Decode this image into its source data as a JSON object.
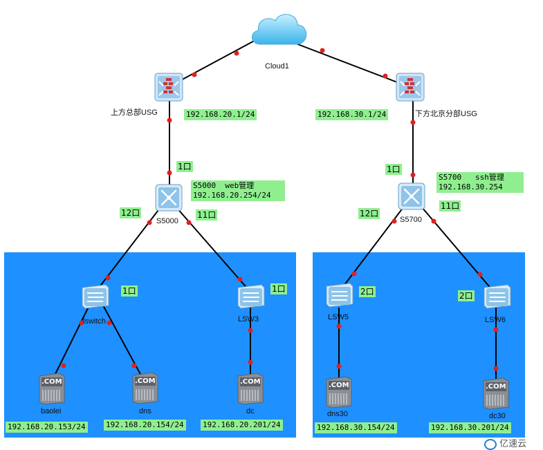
{
  "cloud": {
    "label": "Cloud1"
  },
  "firewalls": {
    "left": {
      "name": "上方总部USG",
      "ip": "192.168.20.1/24"
    },
    "right": {
      "name": "下方北京分部USG",
      "ip": "192.168.30.1/24"
    }
  },
  "core_switches": {
    "left": {
      "name": "S5000",
      "mgmt_line1": "S5000  web管理",
      "mgmt_line2": "192.168.20.254/24",
      "up_port": "1口",
      "left_port": "12口",
      "right_port": "11口"
    },
    "right": {
      "name": "S5700",
      "mgmt_line1": "S5700   ssh管理",
      "mgmt_line2": "192.168.30.254",
      "up_port": "1口",
      "left_port": "12口",
      "right_port": "11口"
    }
  },
  "access_switches": {
    "lswitch": {
      "name": "lswitch",
      "port": "1口"
    },
    "lsw3": {
      "name": "LSW3",
      "port": "1口"
    },
    "lsw5": {
      "name": "LSW5",
      "port": "2口"
    },
    "lsw6": {
      "name": "LSW6",
      "port": "2口"
    }
  },
  "servers": {
    "baolei": {
      "name": "baolei",
      "ip": "192.168.20.153/24",
      "icon_text": ".COM"
    },
    "dns": {
      "name": "dns",
      "ip": "192.168.20.154/24",
      "icon_text": ".COM"
    },
    "dc": {
      "name": "dc",
      "ip": "192.168.20.201/24",
      "icon_text": ".COM"
    },
    "dns30": {
      "name": "dns30",
      "ip": "192.168.30.154/24",
      "icon_text": ".COM"
    },
    "dc30": {
      "name": "dc30",
      "ip": "192.168.30.201/24",
      "icon_text": ".COM"
    }
  },
  "watermark": {
    "text": "亿速云"
  },
  "colors": {
    "zone": "#1e90ff",
    "tag": "#8fef8f",
    "link": "#000000",
    "dot": "#e02020"
  }
}
